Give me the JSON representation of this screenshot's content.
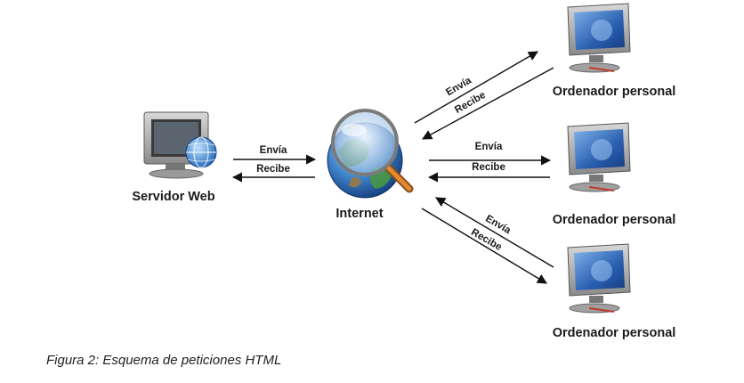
{
  "diagram": {
    "server_label": "Servidor Web",
    "internet_label": "Internet",
    "pc_label": "Ordenador personal",
    "send_label": "Envía",
    "receive_label": "Recibe",
    "arrow_color": "#111111",
    "screen_color": "#2a5fb0",
    "globe_color": "#2f7fd0"
  },
  "caption": "Figura 2: Esquema de peticiones HTML"
}
